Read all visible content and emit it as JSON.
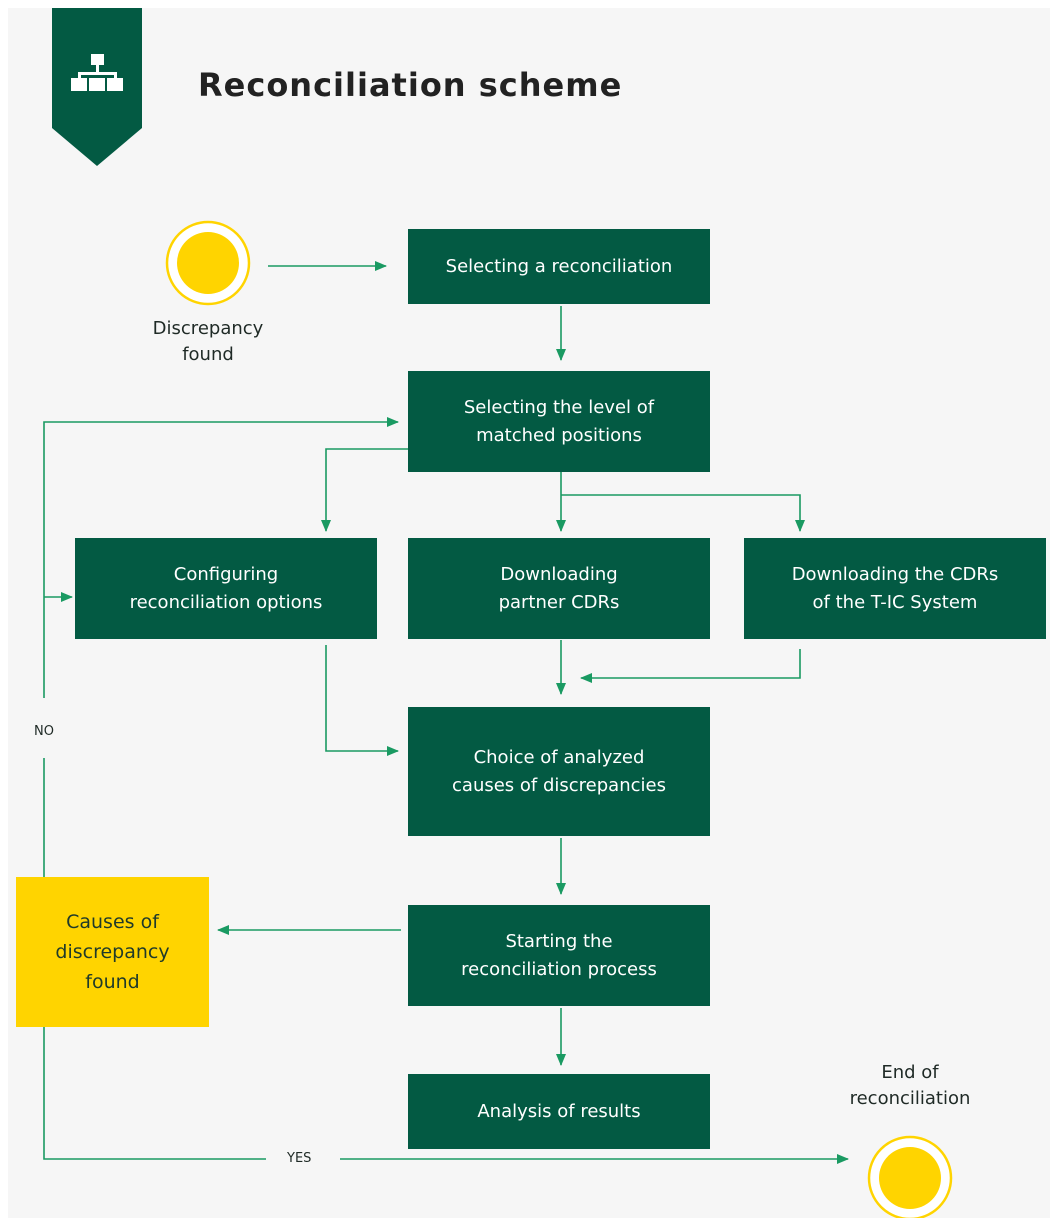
{
  "header": {
    "title": "Reconciliation scheme",
    "icon": "sitemap-icon",
    "brand_color": "#035a43"
  },
  "colors": {
    "step": "#035a43",
    "highlight": "#ffd400",
    "arrow": "#1a9a62"
  },
  "start": {
    "label": "Discrepancy\nfound"
  },
  "end": {
    "label": "End of\nreconciliation"
  },
  "steps": {
    "select_reconciliation": "Selecting a reconciliation",
    "select_level": "Selecting the level of\nmatched positions",
    "configure_options": "Configuring\nreconciliation options",
    "download_partner": "Downloading\npartner CDRs",
    "download_system": "Downloading the CDRs\nof the T-IC System",
    "choice_causes": "Choice of analyzed\ncauses of discrepancies",
    "start_process": "Starting the\nreconciliation process",
    "analysis": "Analysis of results",
    "causes_found": "Causes of\ndiscrepancy\nfound"
  },
  "branches": {
    "no": "NO",
    "yes": "YES"
  }
}
